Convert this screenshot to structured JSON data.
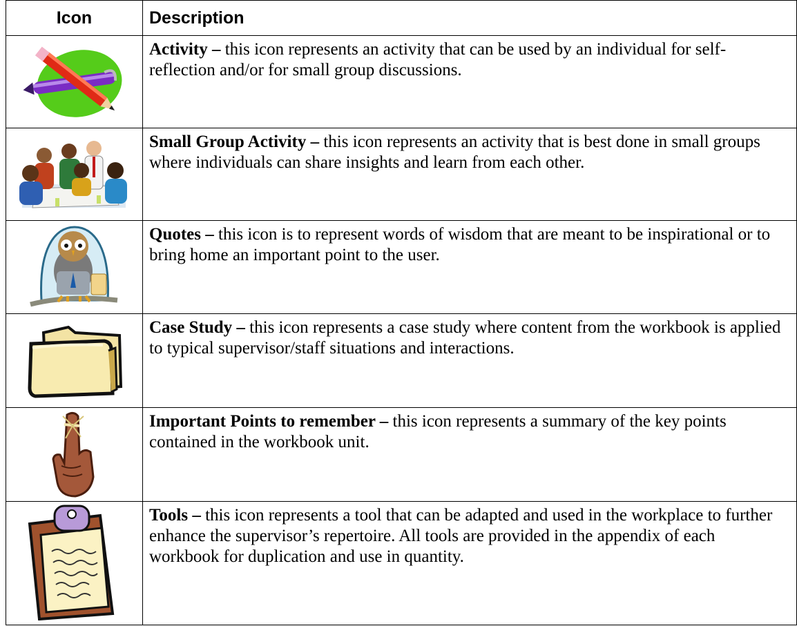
{
  "table": {
    "header": {
      "icon": "Icon",
      "description": "Description"
    },
    "rows": [
      {
        "icon": "pencil-pen-icon",
        "title": "Activity",
        "dash": " –",
        "text": " this icon represents an activity that can be used by an individual for self-reflection and/or for small group discussions."
      },
      {
        "icon": "group-meeting-icon",
        "title": "Small Group Activity",
        "dash": " –",
        "text": " this icon represents an activity that is best done in small groups where individuals can share insights and learn from each other."
      },
      {
        "icon": "owl-icon",
        "title": "Quotes",
        "dash": " –",
        "text": " this icon is to represent words of wisdom that are meant to be inspirational or to bring home an important point to the user."
      },
      {
        "icon": "folder-icon",
        "title": "Case Study",
        "dash": " –",
        "text": " this icon represents a case study where content from the workbook is applied to typical supervisor/staff situations and interactions."
      },
      {
        "icon": "finger-string-icon",
        "title": "Important Points to remember",
        "dash": " –",
        "text": " this icon represents a summary of the key points contained in the workbook unit."
      },
      {
        "icon": "clipboard-icon",
        "title": "Tools",
        "dash": " –",
        "text": " this icon represents a tool that can be adapted and used in the workplace to further enhance the supervisor’s repertoire.  All tools are provided in the appendix of each workbook for duplication and use in quantity."
      }
    ]
  }
}
